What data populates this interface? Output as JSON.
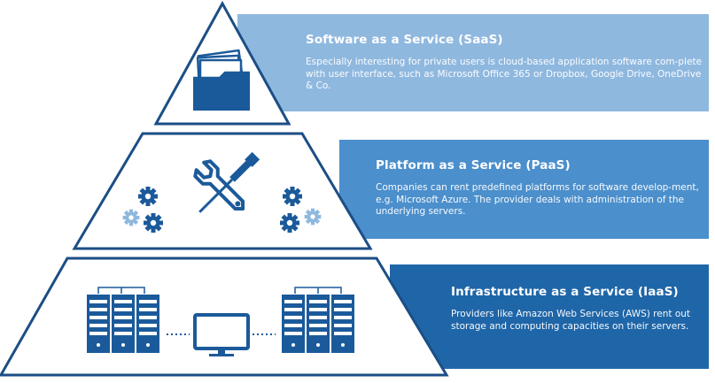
{
  "colors": {
    "saas_panel": "#8fb8df",
    "paas_panel": "#4b8fcc",
    "iaas_panel": "#1f66a8",
    "tier_outline": "#1b4e86",
    "icon_dark": "#1b5a9a",
    "icon_light": "#8fb8df"
  },
  "tiers": {
    "saas": {
      "title": "Software as a Service (SaaS)",
      "description": "Especially interesting for private users is cloud-based application software com-plete with user interface, such as Microsoft Office 365 or Dropbox, Google Drive, OneDrive & Co.",
      "icon": "folder-with-documents-icon"
    },
    "paas": {
      "title": "Platform as a Service (PaaS)",
      "description": "Companies can rent predefined platforms for software develop-ment, e.g. Microsoft Azure. The provider deals with administration of the underlying servers.",
      "icon": "wrench-and-screwdriver-with-gears-icon"
    },
    "iaas": {
      "title": "Infrastructure as a Service (IaaS)",
      "description": "Providers like Amazon Web Services (AWS) rent out storage and computing capacities on their servers.",
      "icon": "servers-and-monitor-icon"
    }
  }
}
